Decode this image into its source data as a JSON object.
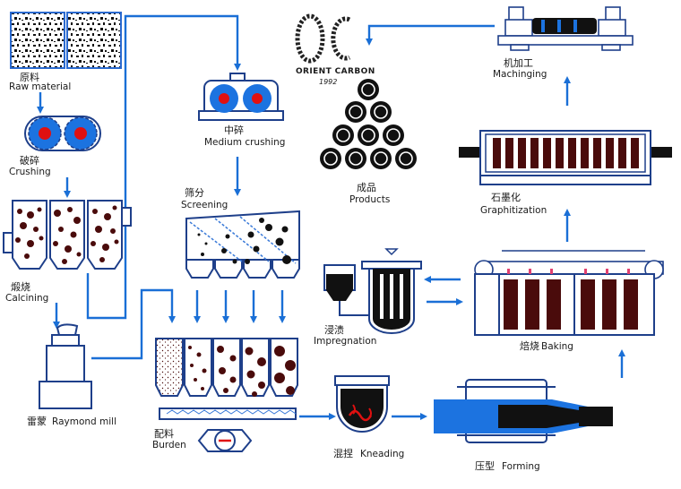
{
  "logo": {
    "brand": "ORIENT CARBON",
    "year": "1992"
  },
  "steps": {
    "raw_material": {
      "cn": "原料",
      "en": "Raw material"
    },
    "crushing": {
      "cn": "破碎",
      "en": "Crushing"
    },
    "calcining": {
      "cn": "煅烧",
      "en": "Calcining"
    },
    "raymond_mill": {
      "cn": "雷蒙",
      "en": "Raymond mill"
    },
    "medium_crushing": {
      "cn": "中碎",
      "en": "Medium crushing"
    },
    "screening": {
      "cn": "筛分",
      "en": "Screening"
    },
    "burden": {
      "cn": "配料",
      "en": "Burden"
    },
    "kneading": {
      "cn": "混捏",
      "en": "Kneading"
    },
    "forming": {
      "cn": "压型",
      "en": "Forming"
    },
    "baking": {
      "cn": "焙烧",
      "en": "Baking"
    },
    "impregnation": {
      "cn": "浸渍",
      "en": "Impregnation"
    },
    "graphitization": {
      "cn": "石墨化",
      "en": "Graphitization"
    },
    "machining": {
      "cn": "机加工",
      "en": "Machinging"
    },
    "products": {
      "cn": "成品",
      "en": "Products"
    }
  },
  "colors": {
    "flow": "#1a6fd6",
    "equipment_blue": "#1c73e0",
    "core_red": "#e01010",
    "material_dark": "#4a0b0b",
    "outline": "#1e3f8a"
  }
}
